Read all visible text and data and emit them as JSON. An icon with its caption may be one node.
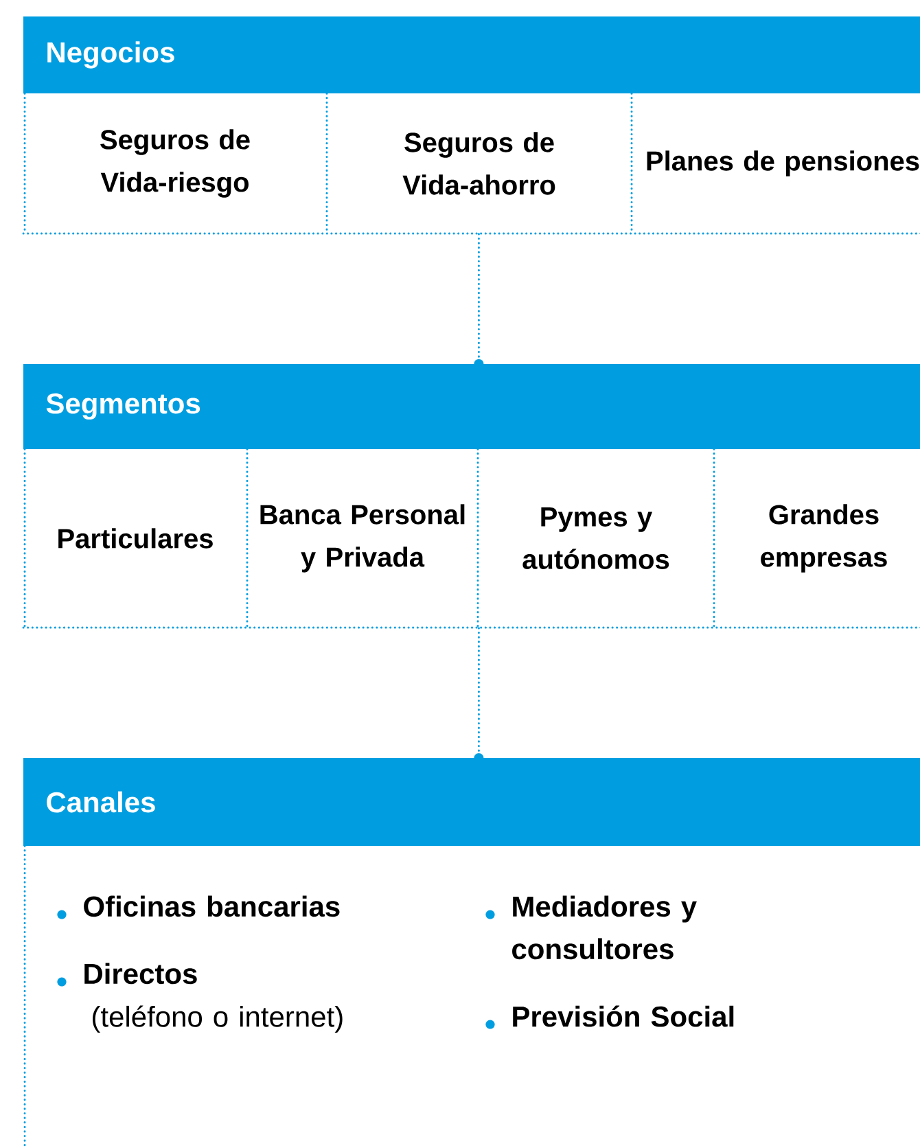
{
  "diagram": {
    "nodes": [
      {
        "text": [
          "Negocios"
        ]
      },
      {
        "text": [
          "Seguros de Vida-riesgo"
        ],
        "in": 0
      },
      {
        "text": [
          "Seguros de Vida-ahorro"
        ],
        "in": 0
      },
      {
        "text": [
          "Planes de pensiones"
        ],
        "in": 0
      },
      {
        "text": [
          "Segmentos"
        ]
      },
      {
        "text": [
          "Particulares"
        ],
        "in": 4
      },
      {
        "text": [
          "Banca Personal y Privada"
        ],
        "in": 4
      },
      {
        "text": [
          "Pymes y autónomos"
        ],
        "in": 4
      },
      {
        "text": [
          "Grandes empresas"
        ],
        "in": 4
      },
      {
        "text": [
          "Canales",
          "Oficinas bancarias",
          "Directos",
          "(teléfono o internet)",
          "Mediadores y consultores",
          "Previsión Social"
        ]
      }
    ],
    "edges": [
      {
        "from": 0,
        "to": 4,
        "arrow": "other"
      },
      {
        "from": 4,
        "to": 9,
        "arrow": "other"
      }
    ]
  }
}
